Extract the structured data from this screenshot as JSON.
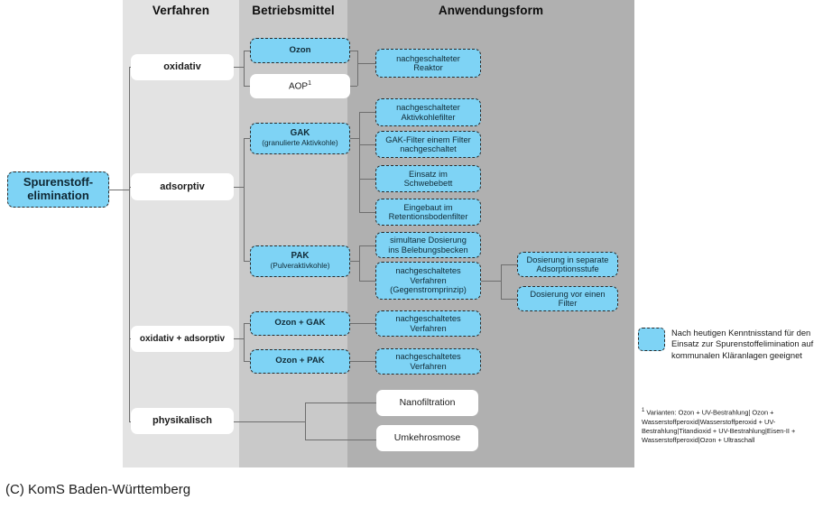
{
  "diagram": {
    "root": {
      "label": "Spurenstoff-\nelimination"
    },
    "columns": [
      {
        "id": "verfahren",
        "title": "Verfahren"
      },
      {
        "id": "betriebsmittel",
        "title": "Betriebsmittel"
      },
      {
        "id": "anwendungsform",
        "title": "Anwendungsform"
      }
    ],
    "verfahren": [
      {
        "label": "oxidativ"
      },
      {
        "label": "adsorptiv"
      },
      {
        "label": "oxidativ + adsorptiv"
      },
      {
        "label": "physikalisch"
      }
    ],
    "betriebsmittel": [
      {
        "label": "Ozon",
        "sub": "",
        "style": "blue"
      },
      {
        "label": "AOP",
        "sup": "1",
        "sub": "",
        "style": "white"
      },
      {
        "label": "GAK",
        "sub": "(granulierte  Aktivkohle)",
        "style": "blue"
      },
      {
        "label": "PAK",
        "sub": "(Pulveraktivkohle)",
        "style": "blue"
      },
      {
        "label": "Ozon + GAK",
        "sub": "",
        "style": "blue"
      },
      {
        "label": "Ozon + PAK",
        "sub": "",
        "style": "blue"
      }
    ],
    "anwendungsform": [
      {
        "label": "nachgeschalteter\nReaktor",
        "style": "blue"
      },
      {
        "label": "nachgeschalteter\nAktivkohlefilter",
        "style": "blue"
      },
      {
        "label": "GAK-Filter einem Filter\nnachgeschaltet",
        "style": "blue"
      },
      {
        "label": "Einsatz im\nSchwebebett",
        "style": "blue"
      },
      {
        "label": "Eingebaut im\nRetentionsbodenfilter",
        "style": "blue"
      },
      {
        "label": "simultane Dosierung\nins Belebungsbecken",
        "style": "blue"
      },
      {
        "label": "nachgeschaltetes\nVerfahren\n(Gegenstromprinzip)",
        "style": "blue"
      },
      {
        "label": "nachgeschaltetes\nVerfahren",
        "style": "blue"
      },
      {
        "label": "nachgeschaltetes\nVerfahren",
        "style": "blue"
      },
      {
        "label": "Nanofiltration",
        "style": "white"
      },
      {
        "label": "Umkehrosmose",
        "style": "white"
      }
    ],
    "anwendungsform_sub": [
      {
        "label": "Dosierung in separate\nAdsorptionsstufe",
        "style": "blue"
      },
      {
        "label": "Dosierung vor einen\nFilter",
        "style": "blue"
      }
    ]
  },
  "legend": {
    "swatch_color": "#7ed3f5",
    "text": "Nach heutigen Kenntnisstand für den Einsatz zur Spurenstoffelimination auf kommunalen Kläranlagen geeignet"
  },
  "footnote": {
    "marker": "1",
    "text": "Varianten: Ozon + UV-Bestrahlung|  Ozon + Wasserstoffperoxid|Wasserstoffperoxid + UV-Bestrahlung|Titandioxid +  UV-Bestrahlung|Eisen-II + Wasserstoffperoxid|Ozon + Ultraschall"
  },
  "caption": "(C) KomS Baden-Württemberg",
  "colors": {
    "blue_fill": "#7ed3f5",
    "band_light": "#e3e3e3",
    "band_mid": "#c9c9c9",
    "band_dark": "#b0b0b0",
    "connector": "#6e6e6e"
  }
}
